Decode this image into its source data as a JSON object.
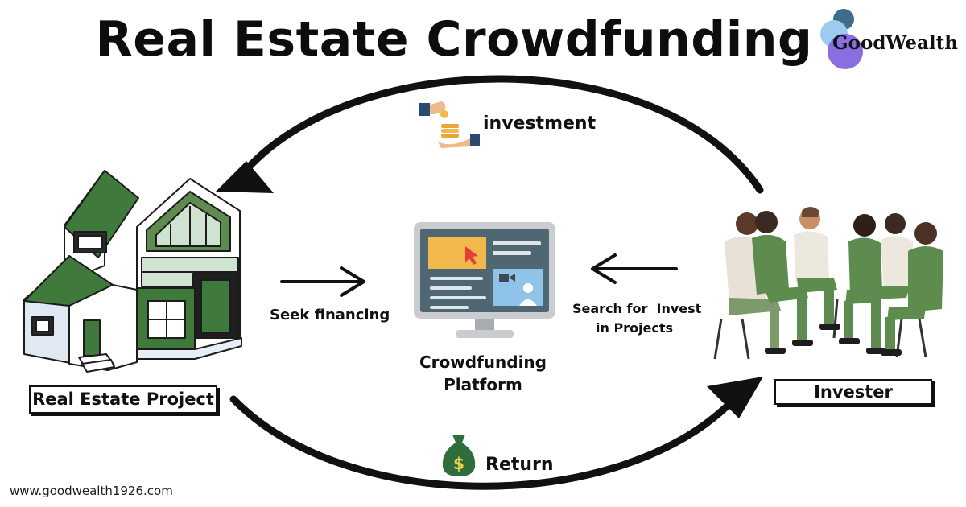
{
  "title": "Real Estate Crowdfunding",
  "logo": {
    "text": "GoodWealth"
  },
  "labels": {
    "investment": "investment",
    "seek_financing": "Seek financing",
    "search_line1": "Search for  Invest",
    "search_line2": "in Projects",
    "platform_line1": "Crowdfunding",
    "platform_line2": "Platform",
    "real_estate_project": "Real Estate Project",
    "invester": "Invester",
    "return": "Return"
  },
  "icons": {
    "house": "house-illustration",
    "platform": "monitor-icon",
    "investors": "people-group-illustration",
    "investment": "coin-hand-icon",
    "return": "money-bag-icon"
  },
  "colors": {
    "green": "#3f7a3c",
    "dark_green": "#2e5f2c",
    "monitor_screen": "#4f6773",
    "accent_orange": "#f2b84b",
    "accent_blue": "#8fc3e8"
  },
  "footer": {
    "url": "www.goodwealth1926.com"
  }
}
